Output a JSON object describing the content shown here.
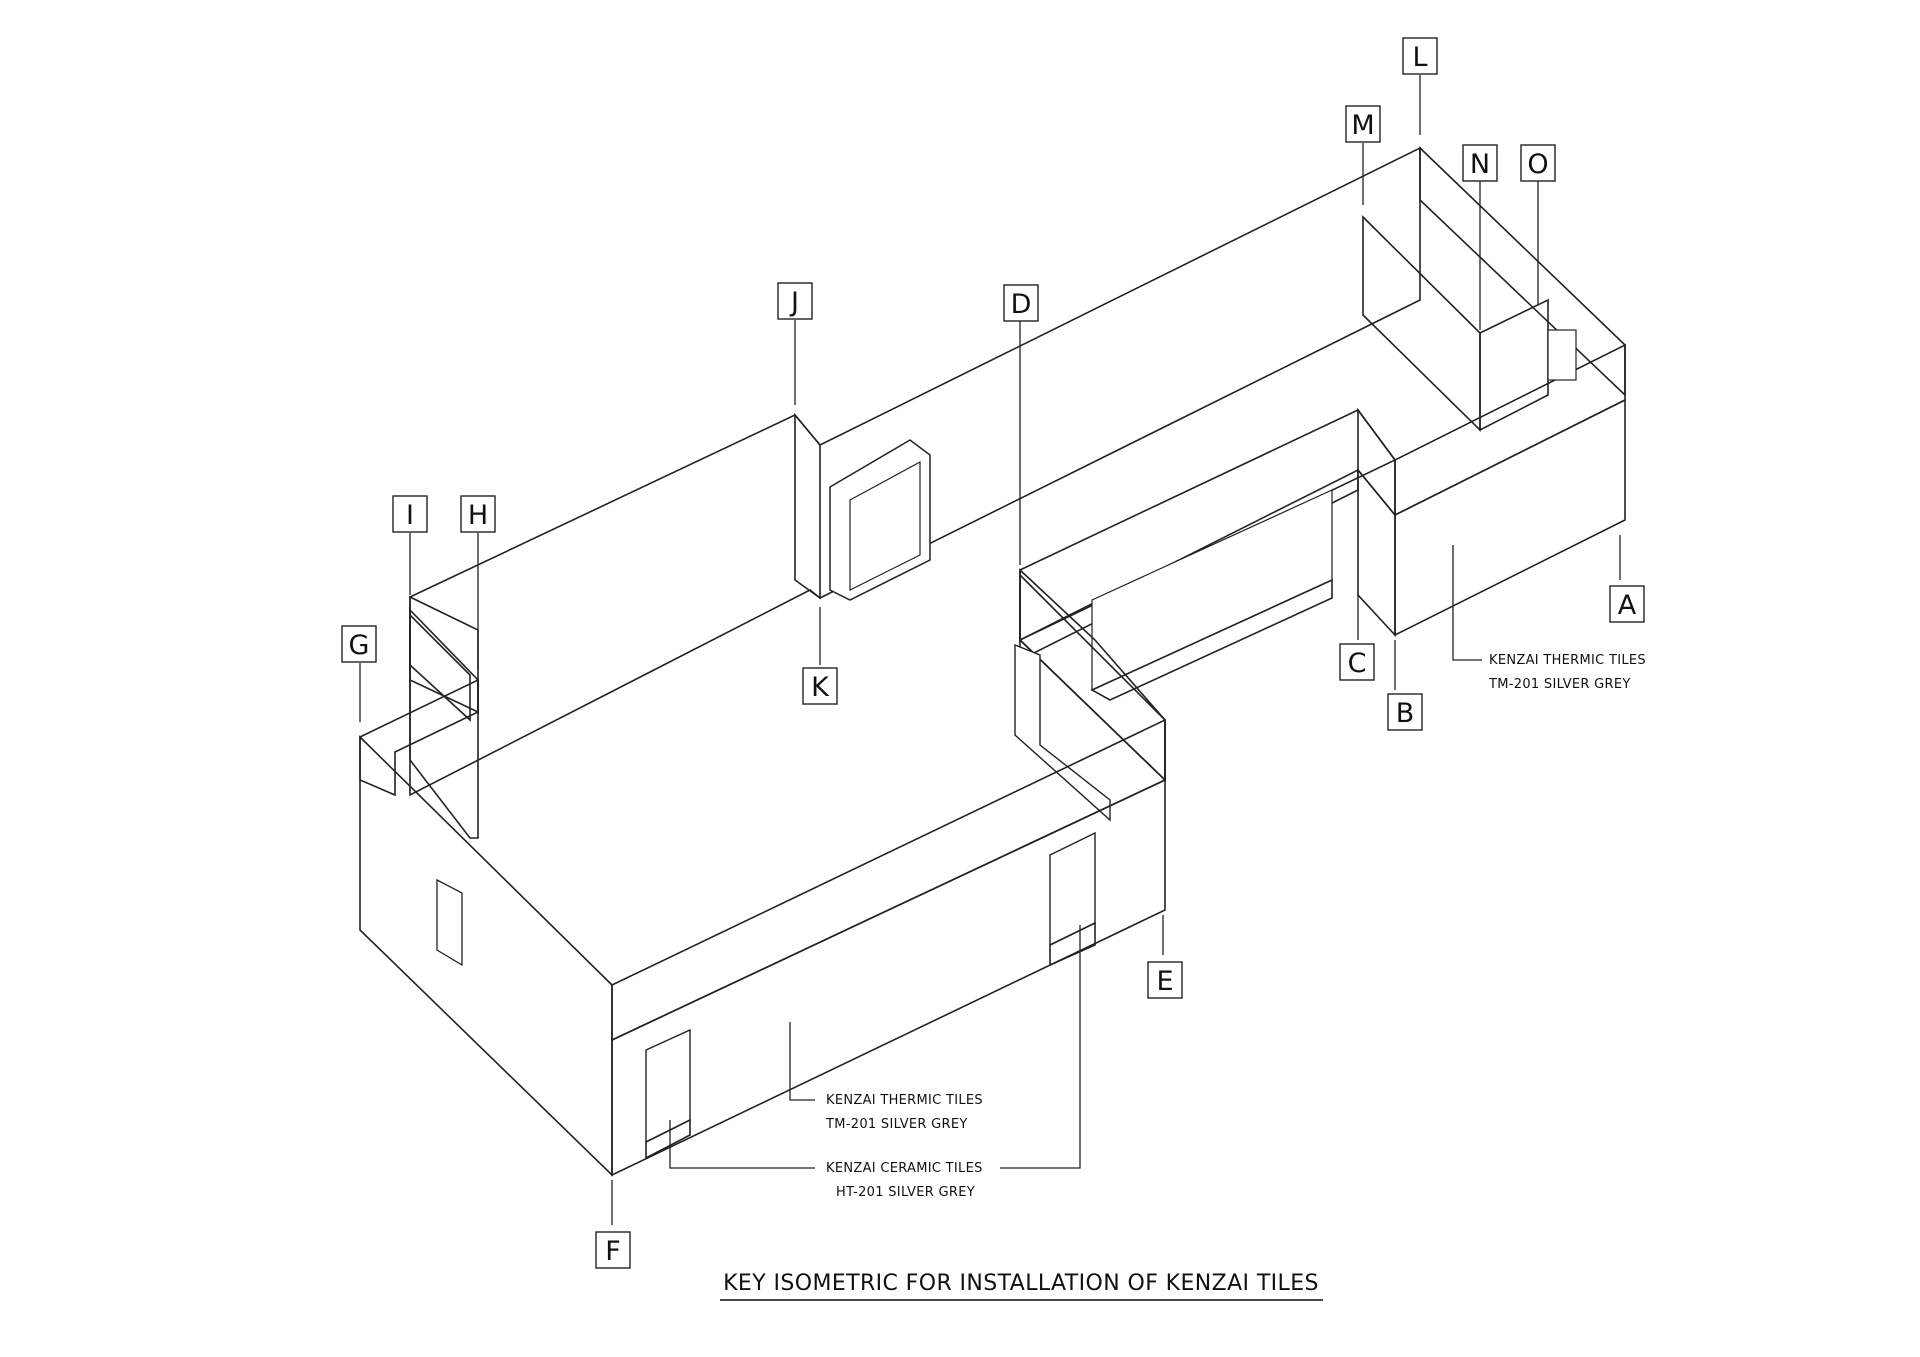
{
  "title": "KEY ISOMETRIC FOR INSTALLATION OF KENZAI TILES",
  "labels": [
    "A",
    "B",
    "C",
    "D",
    "E",
    "F",
    "G",
    "H",
    "I",
    "J",
    "K",
    "L",
    "M",
    "N",
    "O"
  ],
  "notes": {
    "thermic_right_line1": "KENZAI THERMIC TILES",
    "thermic_right_line2": "TM-201 SILVER GREY",
    "thermic_front_line1": "KENZAI THERMIC TILES",
    "thermic_front_line2": "TM-201 SILVER GREY",
    "ceramic_line1": "KENZAI CERAMIC TILES",
    "ceramic_line2": "HT-201 SILVER GREY"
  },
  "colors": {
    "ink": "#222222",
    "paper": "#ffffff"
  }
}
